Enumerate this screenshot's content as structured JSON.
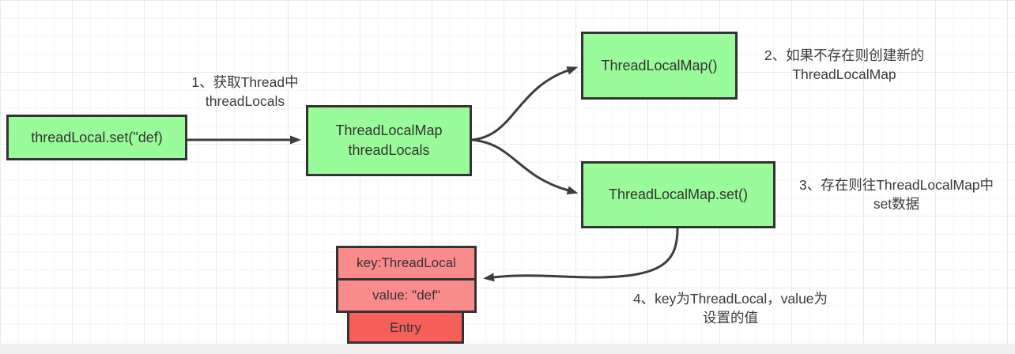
{
  "diagram_title": "ThreadLocal set flow",
  "nodes": {
    "set_call": {
      "label": "threadLocal.set(\"def)"
    },
    "thread_locals": {
      "line1": "ThreadLocalMap",
      "line2": "threadLocals"
    },
    "new_map": {
      "label": "ThreadLocalMap()"
    },
    "map_set": {
      "label": "ThreadLocalMap.set()"
    },
    "entry_key": {
      "label": "key:ThreadLocal"
    },
    "entry_value": {
      "label": "value: \"def\""
    },
    "entry": {
      "label": "Entry"
    }
  },
  "annotations": {
    "step1": {
      "line1": "1、获取Thread中",
      "line2": "threadLocals"
    },
    "step2": {
      "line1": "2、如果不存在则创建新的",
      "line2": "ThreadLocalMap"
    },
    "step3": {
      "line1": "3、存在则往ThreadLocalMap中",
      "line2": "set数据"
    },
    "step4": {
      "line1": "4、key为ThreadLocal，value为",
      "line2": "设置的值"
    }
  },
  "connectors": {
    "set_to_threadlocals": "threadLocal.set -> ThreadLocalMap threadLocals",
    "threadlocals_to_newmap": "threadLocals -> ThreadLocalMap()",
    "threadlocals_to_mapset": "threadLocals -> ThreadLocalMap.set()",
    "mapset_to_entry": "ThreadLocalMap.set() -> Entry key/value"
  },
  "colors": {
    "node_green": "#99fb99",
    "node_red_light": "#f98b8b",
    "node_red": "#f7605a",
    "node_border": "#333333",
    "arrow": "#3d3d3d",
    "node_text": "#333333",
    "annotation_text": "#3a3a3a",
    "grid_minor": "#f5f5f5",
    "grid_major": "#e9e9e9",
    "canvas_edge": "#efefef",
    "background": "#ffffff"
  }
}
